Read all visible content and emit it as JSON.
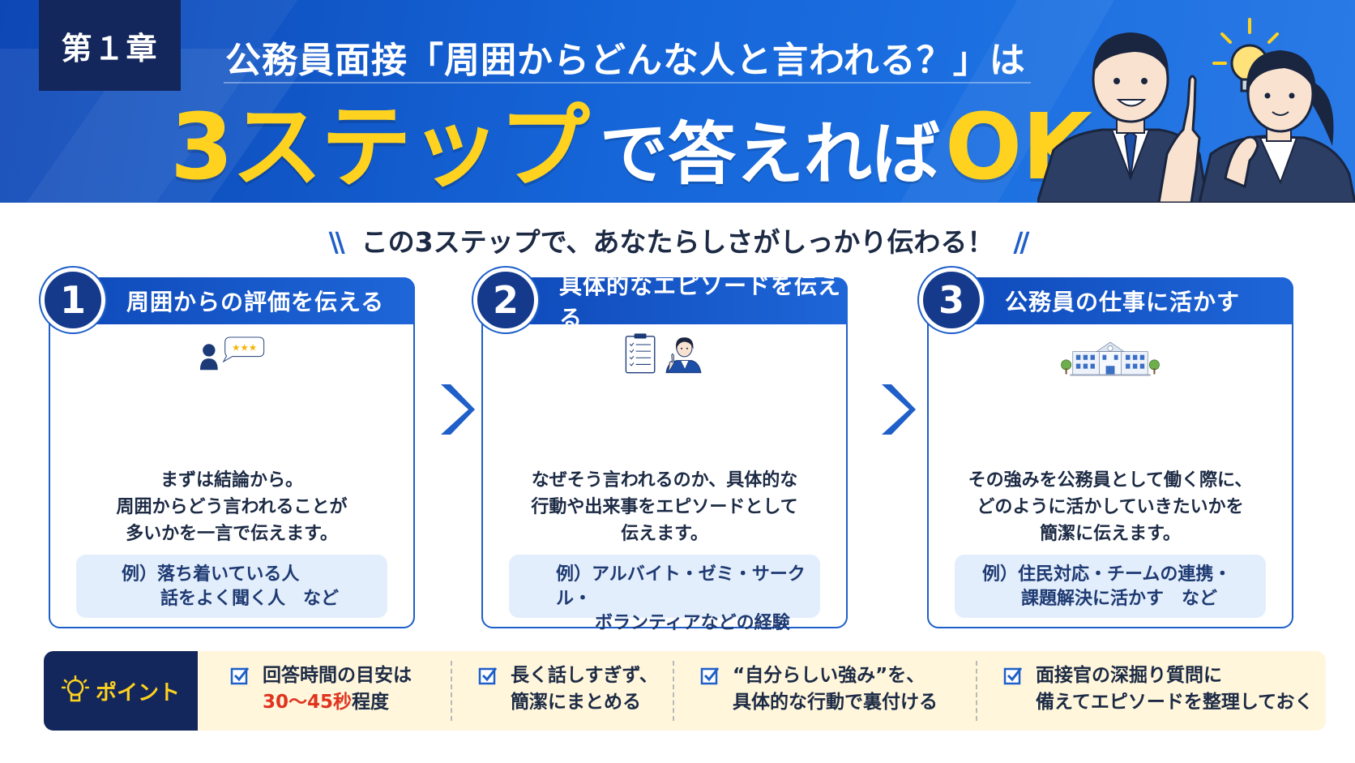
{
  "header": {
    "chapter": "第１章",
    "title_line1": "公務員面接「周囲からどんな人と言われる？」は",
    "title_big": "3ステップ",
    "title_mid": "で答えれば",
    "title_ok": "OK"
  },
  "subtitle": {
    "left_mark": "\\\\",
    "text": "この3ステップで、あなたらしさがしっかり伝わる！",
    "right_mark": "//"
  },
  "steps": [
    {
      "number": "1",
      "heading": "周囲からの評価を伝える",
      "description": [
        "まずは結論から。",
        "周囲からどう言われることが",
        "多いかを一言で伝えます。"
      ],
      "example": [
        "例）落ち着いている人",
        "話をよく聞く人　など"
      ],
      "illustration": "person-speech-bubble-stars-icon"
    },
    {
      "number": "2",
      "heading": "具体的なエピソードを伝える",
      "description": [
        "なぜそう言われるのか、具体的な",
        "行動や出来事をエピソードとして",
        "伝えます。"
      ],
      "example": [
        "例）アルバイト・ゼミ・サークル・",
        "ボランティアなどの経験"
      ],
      "illustration": "clipboard-checklist-and-woman-icon"
    },
    {
      "number": "3",
      "heading": "公務員の仕事に活かす",
      "description": [
        "その強みを公務員として働く際に、",
        "どのように活かしていきたいかを",
        "簡潔に伝えます。"
      ],
      "example": [
        "例）住民対応・チームの連携・",
        "課題解決に活かす　など"
      ],
      "illustration": "government-building-icon"
    }
  ],
  "point": {
    "label": "ポイント",
    "items": [
      {
        "line1": "回答時間の目安は",
        "line2_red": "30〜45秒",
        "line2_rest": "程度"
      },
      {
        "line1": "長く話しすぎず、",
        "line2_red": "",
        "line2_rest": "簡潔にまとめる"
      },
      {
        "line1": "“自分らしい強み”を、",
        "line2_red": "",
        "line2_rest": "具体的な行動で裏付ける"
      },
      {
        "line1": "面接官の深掘り質問に",
        "line2_red": "",
        "line2_rest": "備えてエピソードを整理しておく"
      }
    ]
  },
  "colors": {
    "header_blue": "#1565d8",
    "navy": "#13275c",
    "accent_yellow": "#ffd21f",
    "card_border": "#1e5fc9",
    "example_bg": "#e3eefc",
    "point_bg": "#fff6dc",
    "highlight_red": "#e0341f"
  }
}
